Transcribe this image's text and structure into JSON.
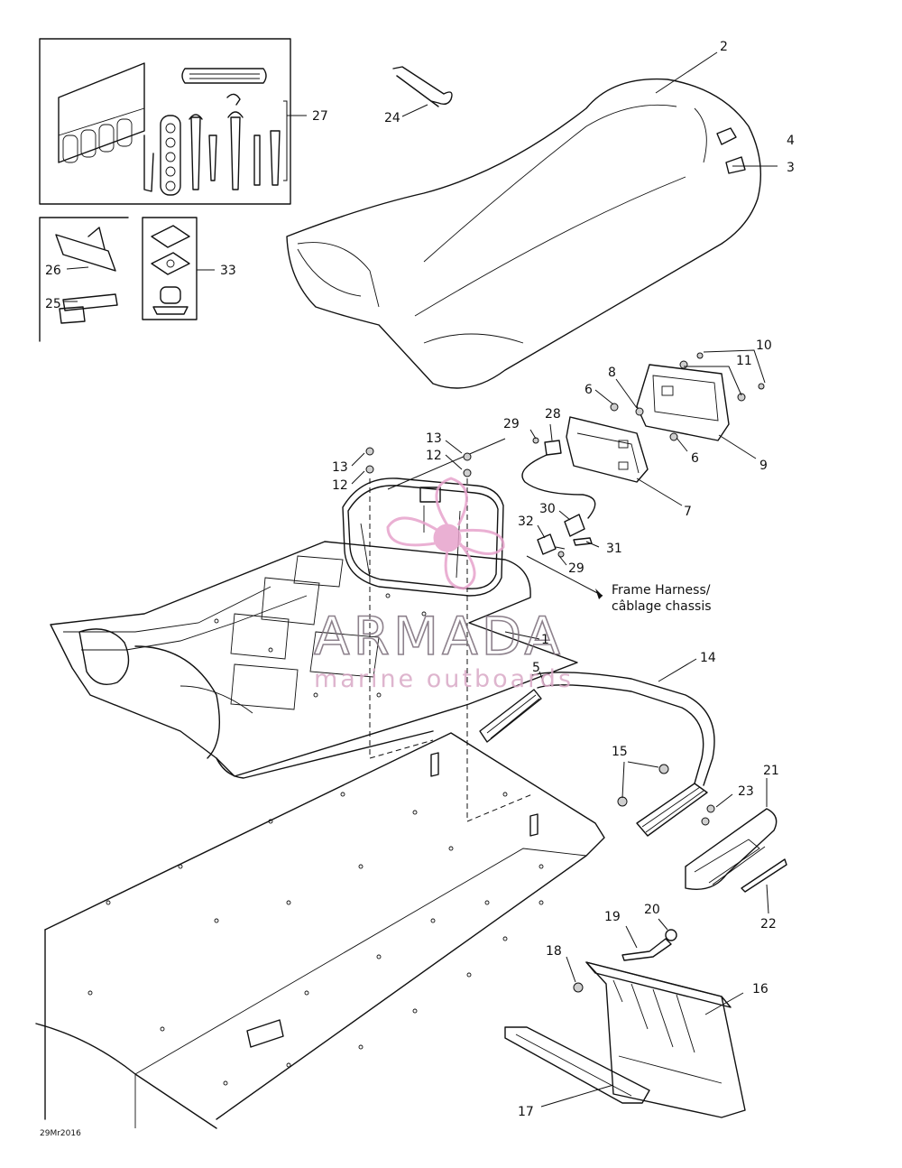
{
  "labels": {
    "l1": "1",
    "l2": "2",
    "l3": "3",
    "l4": "4",
    "l5": "5",
    "l6a": "6",
    "l6b": "6",
    "l7": "7",
    "l8": "8",
    "l9": "9",
    "l10": "10",
    "l11": "11",
    "l12a": "12",
    "l12b": "12",
    "l13a": "13",
    "l13b": "13",
    "l14": "14",
    "l15": "15",
    "l16": "16",
    "l17": "17",
    "l18": "18",
    "l19": "19",
    "l20": "20",
    "l21": "21",
    "l22": "22",
    "l23": "23",
    "l24": "24",
    "l25": "25",
    "l26": "26",
    "l27": "27",
    "l28": "28",
    "l29a": "29",
    "l29b": "29",
    "l30": "30",
    "l31": "31",
    "l32": "32",
    "l33": "33"
  },
  "harness": {
    "line1": "Frame Harness/",
    "line2": "câblage chassis"
  },
  "footer_code": "29Mr2016",
  "watermark": {
    "brand": "ARMADA",
    "tagline": "marine outboards",
    "color": "#e7a3cc"
  }
}
